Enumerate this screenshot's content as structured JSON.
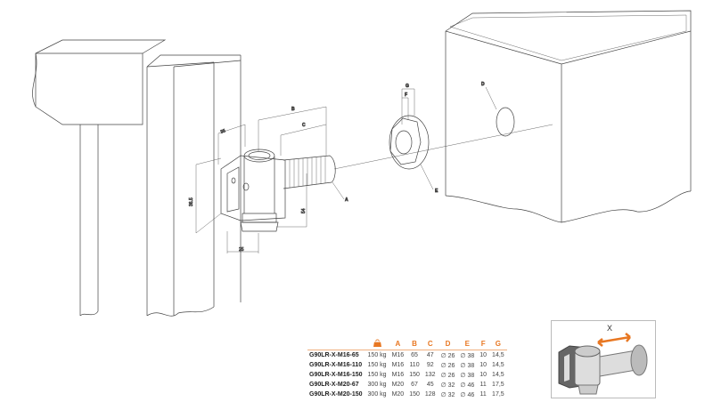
{
  "drawing": {
    "dimensions": {
      "top_width": "35",
      "height": "36.5",
      "hinge_height": "54",
      "base_width": "25"
    },
    "labels": {
      "A": "A",
      "B": "B",
      "C": "C",
      "D": "D",
      "E": "E",
      "F": "F",
      "G": "G"
    }
  },
  "table": {
    "weight_icon": "weight-icon",
    "headers": [
      "A",
      "B",
      "C",
      "D",
      "E",
      "F",
      "G"
    ],
    "rows": [
      {
        "ref": "G90LR-X-M16-65",
        "load": "150 kg",
        "A": "M16",
        "B": "65",
        "C": "47",
        "D": "∅ 26",
        "E": "∅ 38",
        "F": "10",
        "G": "14,5"
      },
      {
        "ref": "G90LR-X-M16-110",
        "load": "150 kg",
        "A": "M16",
        "B": "110",
        "C": "92",
        "D": "∅ 26",
        "E": "∅ 38",
        "F": "10",
        "G": "14,5"
      },
      {
        "ref": "G90LR-X-M16-150",
        "load": "150 kg",
        "A": "M16",
        "B": "150",
        "C": "132",
        "D": "∅ 26",
        "E": "∅ 38",
        "F": "10",
        "G": "14,5"
      },
      {
        "ref": "G90LR-X-M20-67",
        "load": "300 kg",
        "A": "M20",
        "B": "67",
        "C": "45",
        "D": "∅ 32",
        "E": "∅ 46",
        "F": "11",
        "G": "17,5"
      },
      {
        "ref": "G90LR-X-M20-150",
        "load": "300 kg",
        "A": "M20",
        "B": "150",
        "C": "128",
        "D": "∅ 32",
        "E": "∅ 46",
        "F": "11",
        "G": "17,5"
      }
    ]
  },
  "inset": {
    "adjust_label": "X"
  },
  "colors": {
    "accent": "#e87722"
  }
}
